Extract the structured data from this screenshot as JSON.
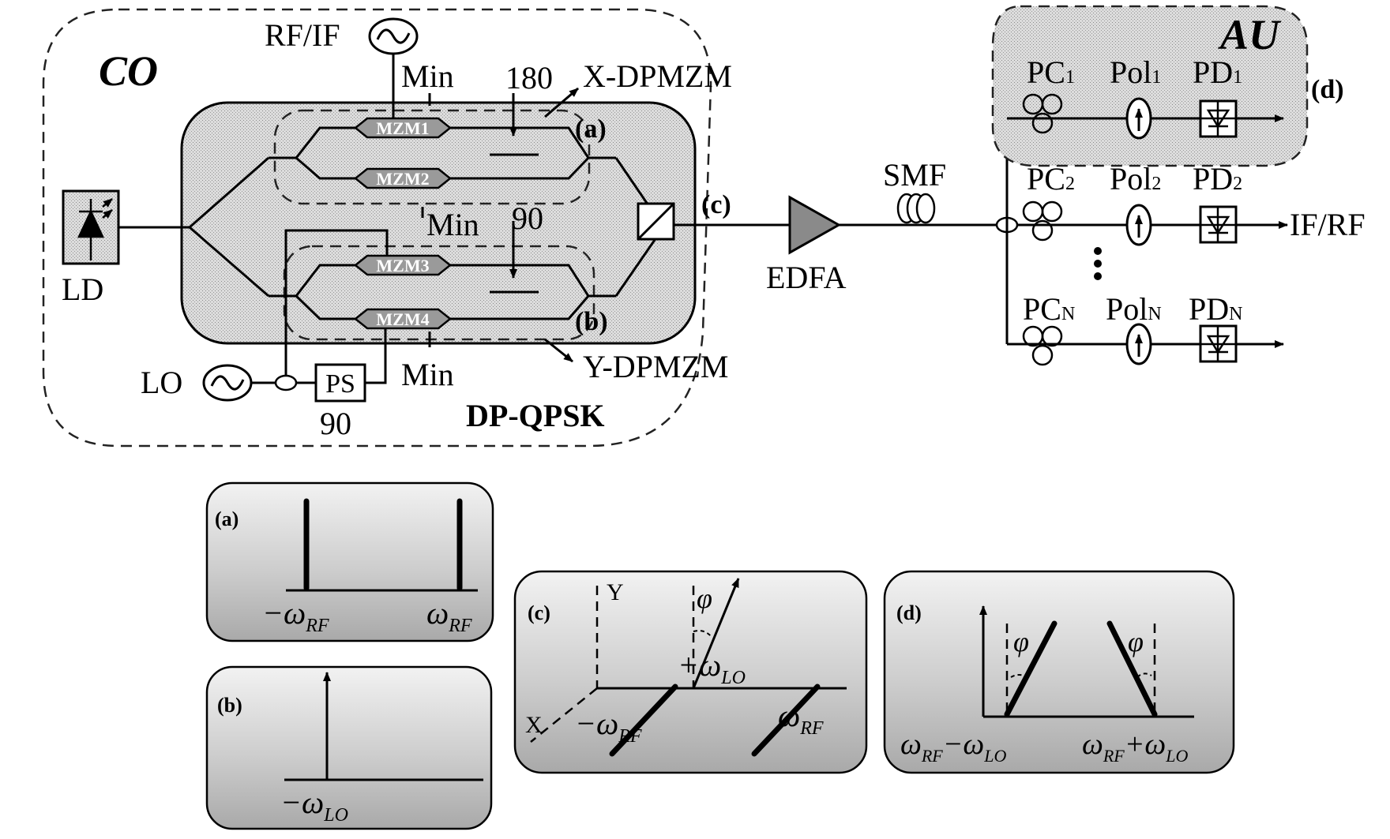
{
  "diagram": {
    "co_label": "CO",
    "au_label": "AU",
    "modulator_label": "DP-QPSK",
    "x_dpmzm_label": "X-DPMZM",
    "y_dpmzm_label": "Y-DPMZM",
    "rf_if_label": "RF/IF",
    "lo_label": "LO",
    "ld_label": "LD",
    "ps_label": "PS",
    "ps_phase": "90",
    "edfa_label": "EDFA",
    "smf_label": "SMF",
    "if_rf_out_label": "IF/RF",
    "phase_180": "180",
    "phase_90": "90",
    "min_labels": [
      "Min",
      "Min",
      "Min"
    ],
    "mzms": [
      "MZM1",
      "MZM2",
      "MZM3",
      "MZM4"
    ],
    "tap_labels": [
      "(a)",
      "(b)",
      "(c)",
      "(d)"
    ],
    "branches": [
      {
        "pc": "PC",
        "pol": "Pol",
        "pd": "PD",
        "sub": "1"
      },
      {
        "pc": "PC",
        "pol": "Pol",
        "pd": "PD",
        "sub": "2"
      },
      {
        "pc": "PC",
        "pol": "Pol",
        "pd": "PD",
        "sub": "N"
      }
    ]
  },
  "insets": {
    "a": {
      "tag": "(a)",
      "labels": [
        "−ω",
        "RF",
        "ω",
        "RF"
      ]
    },
    "b": {
      "tag": "(b)",
      "labels": [
        "−ω",
        "LO"
      ]
    },
    "c": {
      "tag": "(c)",
      "axis_x": "X",
      "axis_y": "Y",
      "phi": "φ",
      "labels": [
        "+ω",
        "LO",
        "−ω",
        "RF",
        "ω",
        "RF"
      ]
    },
    "d": {
      "tag": "(d)",
      "phi": "φ",
      "labels": [
        "ω",
        "RF",
        "−ω",
        "LO",
        "ω",
        "RF",
        "+ω",
        "LO"
      ]
    }
  }
}
